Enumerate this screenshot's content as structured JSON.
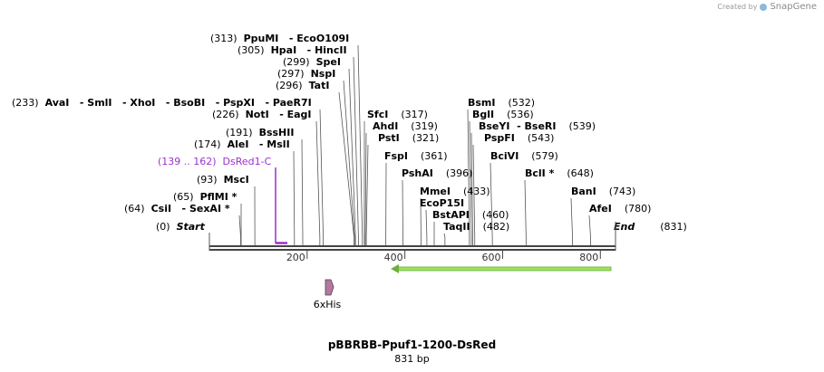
{
  "credit": {
    "prefix": "Created by",
    "brand": "SnapGene"
  },
  "plasmid": {
    "name": "pBBRBB-Ppuf1-1200-DsRed",
    "length_label": "831 bp",
    "length": 831
  },
  "ruler": {
    "ticks": [
      200,
      400,
      600,
      800
    ]
  },
  "features": [
    {
      "id": "dsred1c",
      "label": "(139 .. 162)  DsRed1-C",
      "color": "#9b30d0"
    },
    {
      "id": "sixhis",
      "label": "6xHis",
      "color": "#b07aa1"
    },
    {
      "id": "orf",
      "color": "#9be35f"
    }
  ],
  "sites": [
    {
      "text": "(313)",
      "name": "PpuMI",
      "rest": "- EcoO109I",
      "pos": 313
    },
    {
      "text": "(305)",
      "name": "HpaI",
      "rest": "- HincII",
      "pos": 305
    },
    {
      "text": "(299)",
      "name": "SpeI",
      "rest": "",
      "pos": 299
    },
    {
      "text": "(297)",
      "name": "NspI",
      "rest": "",
      "pos": 297
    },
    {
      "text": "(296)",
      "name": "TatI",
      "rest": "",
      "pos": 296
    },
    {
      "text": "(233)",
      "name": "AvaI",
      "rest": "- SmlI   - XhoI   - BsoBI   - PspXI   - PaeR7I",
      "pos": 233
    },
    {
      "text": "(226)",
      "name": "NotI",
      "rest": "- EagI",
      "pos": 226
    },
    {
      "text": "(191)",
      "name": "BssHII",
      "rest": "",
      "pos": 191
    },
    {
      "text": "(174)",
      "name": "AleI",
      "rest": "- MslI",
      "pos": 174
    },
    {
      "text": "(93)",
      "name": "MscI",
      "rest": "",
      "pos": 93
    },
    {
      "text": "(65)",
      "name": "PflMI *",
      "rest": "",
      "pos": 65
    },
    {
      "text": "(64)",
      "name": "CsiI",
      "rest": "- SexAI *",
      "pos": 64
    },
    {
      "text": "(0)",
      "name": "Start",
      "rest": "",
      "pos": 0
    },
    {
      "text": "(317)",
      "name": "SfcI",
      "rest": "",
      "pos": 317
    },
    {
      "text": "(319)",
      "name": "AhdI",
      "rest": "",
      "pos": 319
    },
    {
      "text": "(321)",
      "name": "PstI",
      "rest": "",
      "pos": 321
    },
    {
      "text": "(361)",
      "name": "FspI",
      "rest": "",
      "pos": 361
    },
    {
      "text": "(396)",
      "name": "PshAI",
      "rest": "",
      "pos": 396
    },
    {
      "text": "(433)",
      "name": "MmeI",
      "rest": "",
      "pos": 433
    },
    {
      "text": "",
      "name": "EcoP15I",
      "rest": "",
      "pos": 445
    },
    {
      "text": "(460)",
      "name": "BstAPI",
      "rest": "",
      "pos": 460
    },
    {
      "text": "(482)",
      "name": "TaqII",
      "rest": "",
      "pos": 482
    },
    {
      "text": "(532)",
      "name": "BsmI",
      "rest": "",
      "pos": 532
    },
    {
      "text": "(536)",
      "name": "BglI",
      "rest": "",
      "pos": 536
    },
    {
      "text": "(539)",
      "name": "BseYI",
      "rest": "- BseRI",
      "pos": 539
    },
    {
      "text": "(543)",
      "name": "PspFI",
      "rest": "",
      "pos": 543
    },
    {
      "text": "(579)",
      "name": "BciVI",
      "rest": "",
      "pos": 579
    },
    {
      "text": "(648)",
      "name": "BclI *",
      "rest": "",
      "pos": 648
    },
    {
      "text": "(743)",
      "name": "BanI",
      "rest": "",
      "pos": 743
    },
    {
      "text": "(780)",
      "name": "AfeI",
      "rest": "",
      "pos": 780
    },
    {
      "text": "(831)",
      "name": "End",
      "rest": "",
      "pos": 831
    }
  ]
}
